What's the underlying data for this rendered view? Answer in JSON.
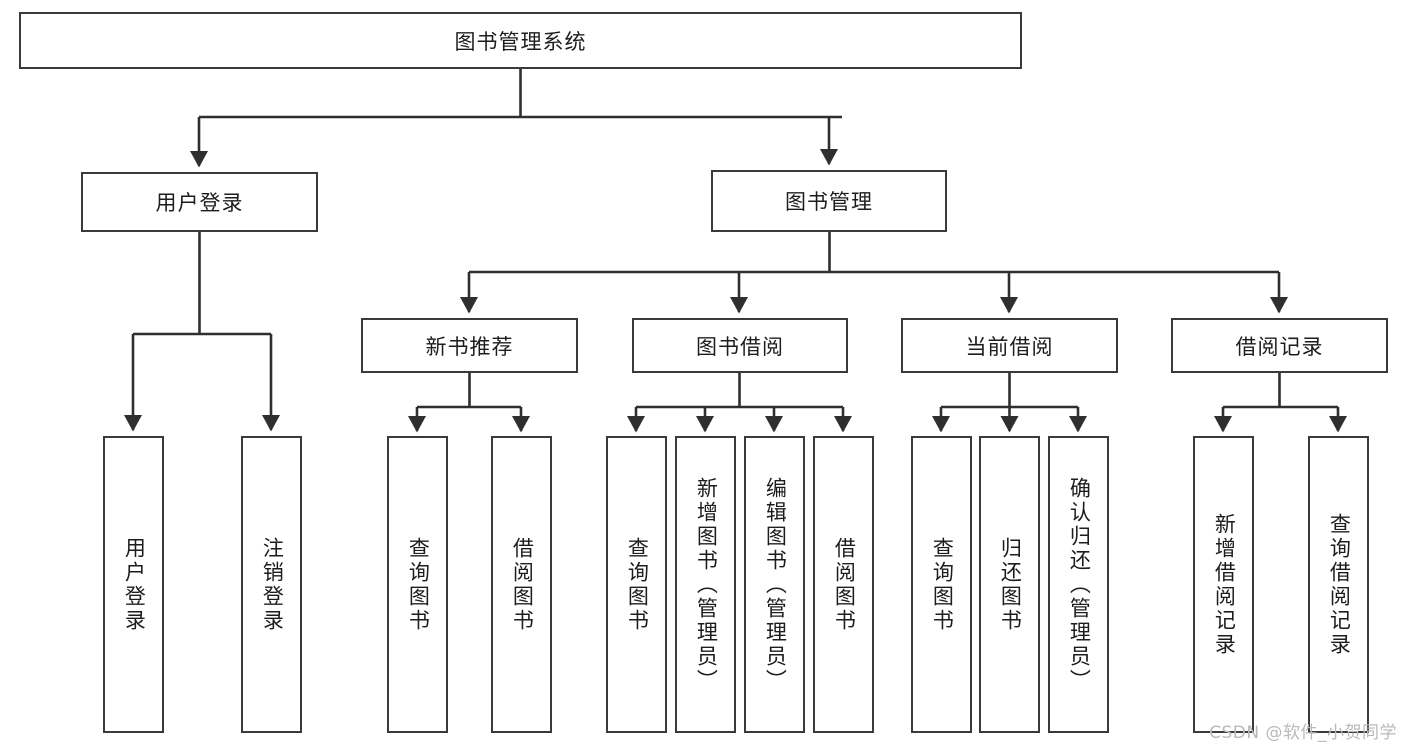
{
  "diagram": {
    "type": "tree",
    "title": "图书管理系统",
    "orientation": "top-down",
    "colors": {
      "box_border": "#3a3a3a",
      "box_fill": "#ffffff",
      "edge": "#2f2f2f",
      "text": "#1d1d1d",
      "watermark": "#b9b9b9",
      "background": "#ffffff"
    },
    "root": {
      "label": "图书管理系统"
    },
    "level2": [
      {
        "label": "用户登录"
      },
      {
        "label": "图书管理"
      }
    ],
    "level3": [
      {
        "label": "新书推荐"
      },
      {
        "label": "图书借阅"
      },
      {
        "label": "当前借阅"
      },
      {
        "label": "借阅记录"
      }
    ],
    "leaves": {
      "user_login": [
        {
          "label": "用户登录"
        },
        {
          "label": "注销登录"
        }
      ],
      "new_book": [
        {
          "label": "查询图书"
        },
        {
          "label": "借阅图书"
        }
      ],
      "book_borrow": [
        {
          "label": "查询图书"
        },
        {
          "label": "新增图书（管理员）"
        },
        {
          "label": "编辑图书（管理员）"
        },
        {
          "label": "借阅图书"
        }
      ],
      "current_borrow": [
        {
          "label": "查询图书"
        },
        {
          "label": "归还图书"
        },
        {
          "label": "确认归还（管理员）"
        }
      ],
      "borrow_record": [
        {
          "label": "新增借阅记录"
        },
        {
          "label": "查询借阅记录"
        }
      ]
    }
  },
  "watermark": {
    "text": "CSDN @软件_小贺同学"
  }
}
